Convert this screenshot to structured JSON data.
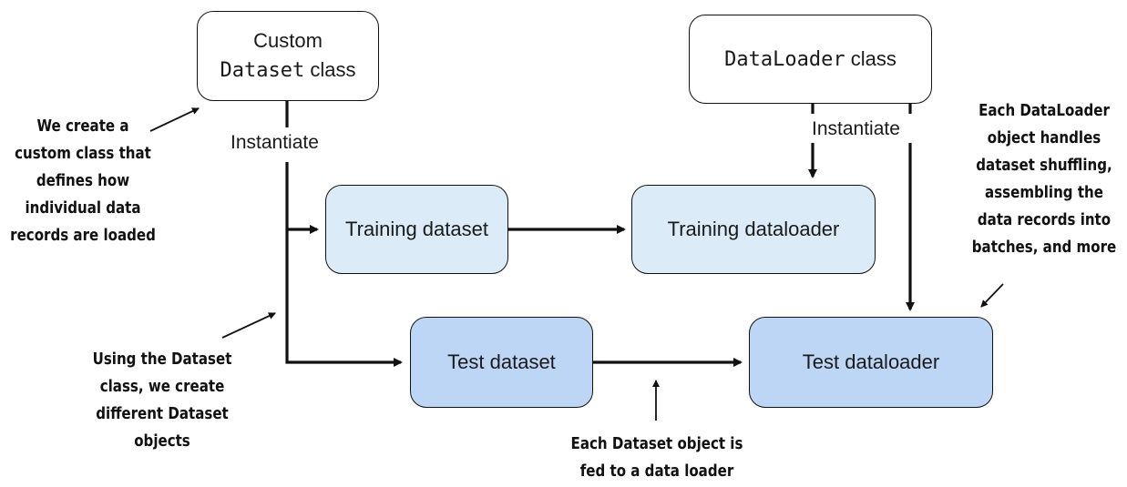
{
  "boxes": {
    "custom_dataset": {
      "line1": "Custom",
      "mono": "Dataset",
      "suffix": " class"
    },
    "dataloader_class": {
      "mono": "DataLoader",
      "suffix": " class"
    },
    "training_dataset": "Training dataset",
    "training_dataloader": "Training dataloader",
    "test_dataset": "Test dataset",
    "test_dataloader": "Test dataloader"
  },
  "labels": {
    "instantiate_left": "Instantiate",
    "instantiate_right": "Instantiate"
  },
  "notes": {
    "custom_class": [
      "We create a",
      "custom class that",
      "defines how",
      "individual data",
      "records are loaded"
    ],
    "dataset_objects": [
      "Using the Dataset",
      "class, we create",
      "different Dataset",
      "objects"
    ],
    "fed_to_loader": [
      "Each Dataset object is",
      "fed to a data loader"
    ],
    "dataloader_handles": [
      "Each DataLoader",
      "object handles",
      "dataset shuffling,",
      "assembling the",
      "data records into",
      "batches, and more"
    ]
  },
  "colors": {
    "light_box": "#dcebf8",
    "mid_box": "#bdd6f5",
    "stroke": "#111111"
  }
}
